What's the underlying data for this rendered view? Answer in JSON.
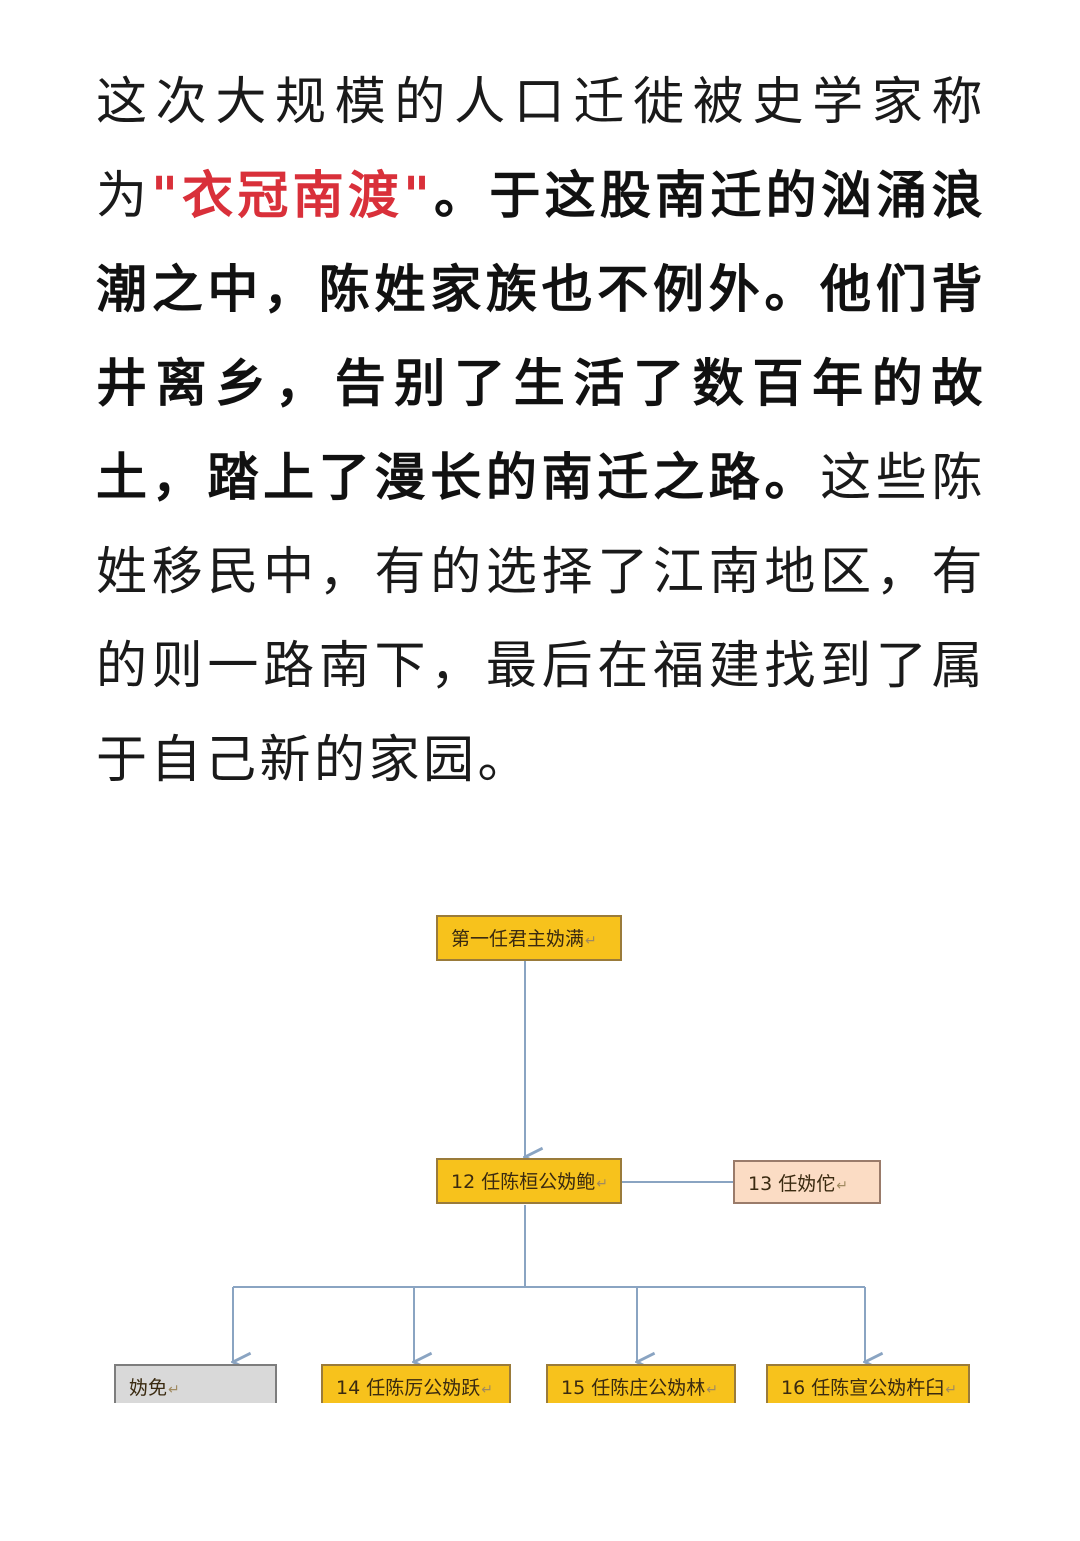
{
  "article": {
    "lead": "这次大规模的人口迁徙被史学家称为",
    "quoted_term": "\"衣冠南渡\"",
    "bold_text": "。于这股南迁的汹涌浪潮之中，陈姓家族也不例外。他们背井离乡，告别了生活了数百年的故土，踏上了漫长的南迁之路。",
    "tail": "这些陈姓移民中，有的选择了江南地区，有的则一路南下，最后在福建找到了属于自己新的家园。"
  },
  "family_tree": {
    "return_mark": "↵",
    "root": "第一任君主妫满",
    "duke_12": "12 任陈桓公妫鲍",
    "duke_13": "13 任妫佗",
    "son_mian": "妫免",
    "duke_14": "14 任陈厉公妫跃",
    "duke_15": "15 任陈庄公妫林",
    "duke_16": "16 任陈宣公妫杵臼"
  },
  "colors": {
    "quote_red": "#d9303a",
    "node_gold": "#f7c21c",
    "node_peach": "#fbdcc4",
    "node_grey": "#d9d9d9",
    "connector_blue": "#8aa4c2"
  }
}
